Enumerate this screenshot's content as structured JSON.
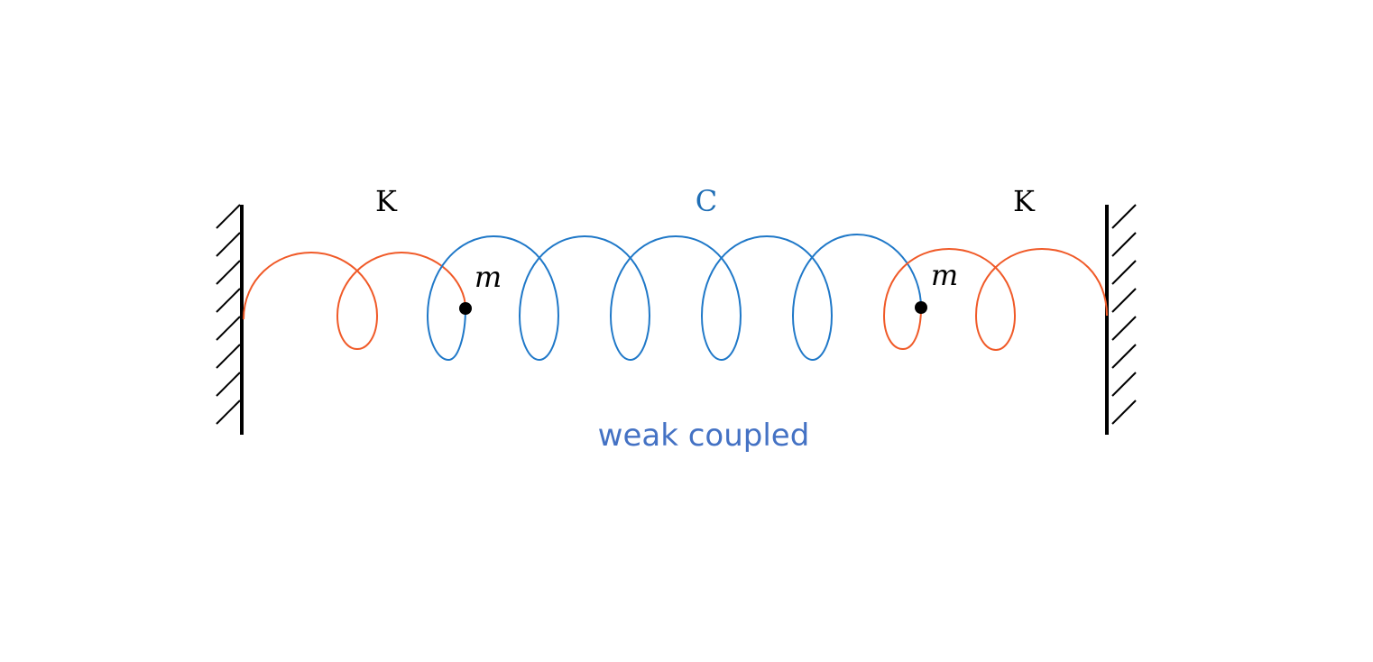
{
  "labels": {
    "left_spring": "K",
    "coupling_spring": "C",
    "right_spring": "K",
    "left_mass": "m",
    "right_mass": "m",
    "caption": "weak coupled"
  },
  "colors": {
    "outer_springs": "#f05a28",
    "coupling_spring": "#1f78c8",
    "coupling_label": "#1f6eb5",
    "caption": "#4472c4",
    "walls": "#000000",
    "masses": "#000000",
    "text": "#000000"
  }
}
